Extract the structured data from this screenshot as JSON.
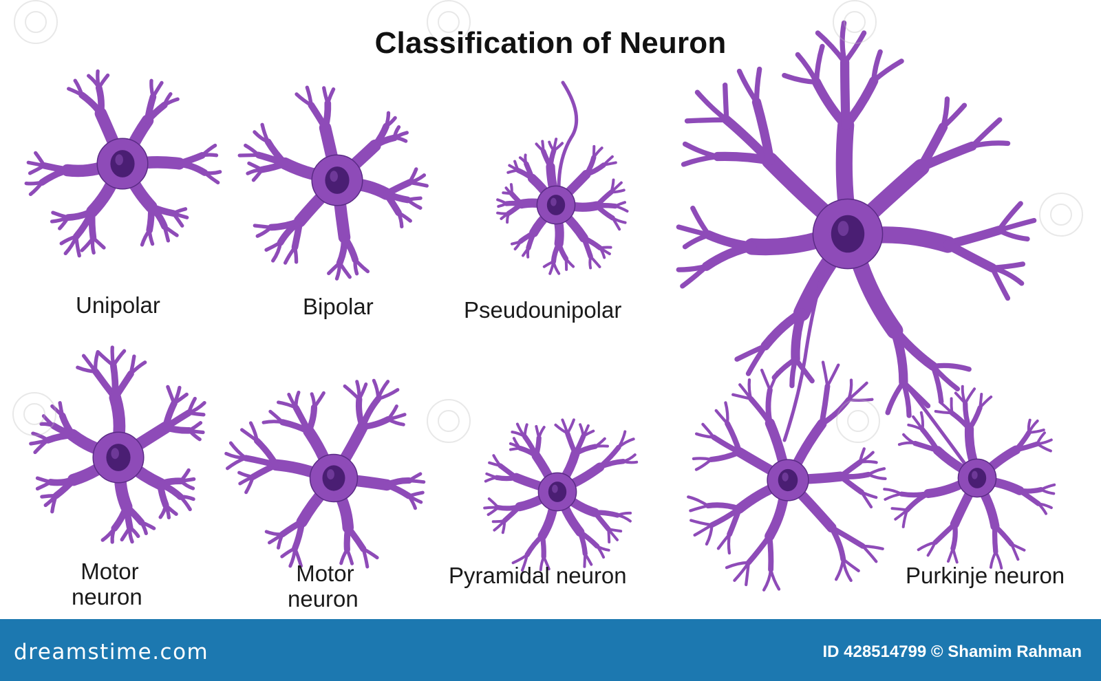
{
  "title": "Classification of Neuron",
  "labels": {
    "unipolar": "Unipolar",
    "bipolar": "Bipolar",
    "pseudounipolar": "Pseudounipolar",
    "motor1_line1": "Motor",
    "motor1_line2": "neuron",
    "motor2_line1": "Motor",
    "motor2_line2": "neuron",
    "pyramidal": "Pyramidal neuron",
    "purkinje": "Purkinje neuron"
  },
  "footer": {
    "brand": "dreamstime.com",
    "credit": "ID 428514799 © Shamim Rahman"
  },
  "colors": {
    "cell_body": "#8e4bb8",
    "cell_stroke": "#5a2a85",
    "nucleus": "#4a1e73",
    "nucleus_highlight": "#7d44a8",
    "footer_bg": "#1c78b0",
    "text": "#1a1a1a"
  },
  "icons": {
    "watermark": "spiral-watermark-icon",
    "credit_symbol": "copyright-symbol"
  }
}
